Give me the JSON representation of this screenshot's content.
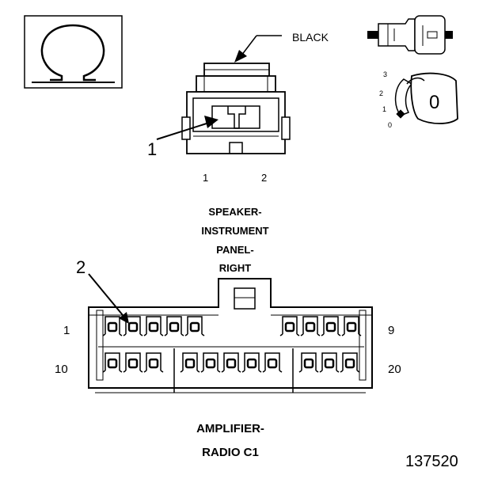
{
  "labels": {
    "wire_color": "BLACK",
    "callout_1": "1",
    "callout_2": "2",
    "speaker_pin_1": "1",
    "speaker_pin_2": "2",
    "speaker_name_line1": "SPEAKER-",
    "speaker_name_line2": "INSTRUMENT",
    "speaker_name_line3": "PANEL-",
    "speaker_name_line4": "RIGHT",
    "amp_pin_1": "1",
    "amp_pin_9": "9",
    "amp_pin_10": "10",
    "amp_pin_20": "20",
    "amp_name_line1": "AMPLIFIER-",
    "amp_name_line2": "RADIO C1",
    "figure_number": "137520",
    "rotation_scale": [
      "3",
      "2",
      "1",
      "0"
    ],
    "rotation_knob": "0"
  },
  "icons": {
    "omega_symbol": "omega-icon",
    "connector_side_view": "connector-side-icon",
    "rotation_lock": "rotation-knob-icon"
  }
}
